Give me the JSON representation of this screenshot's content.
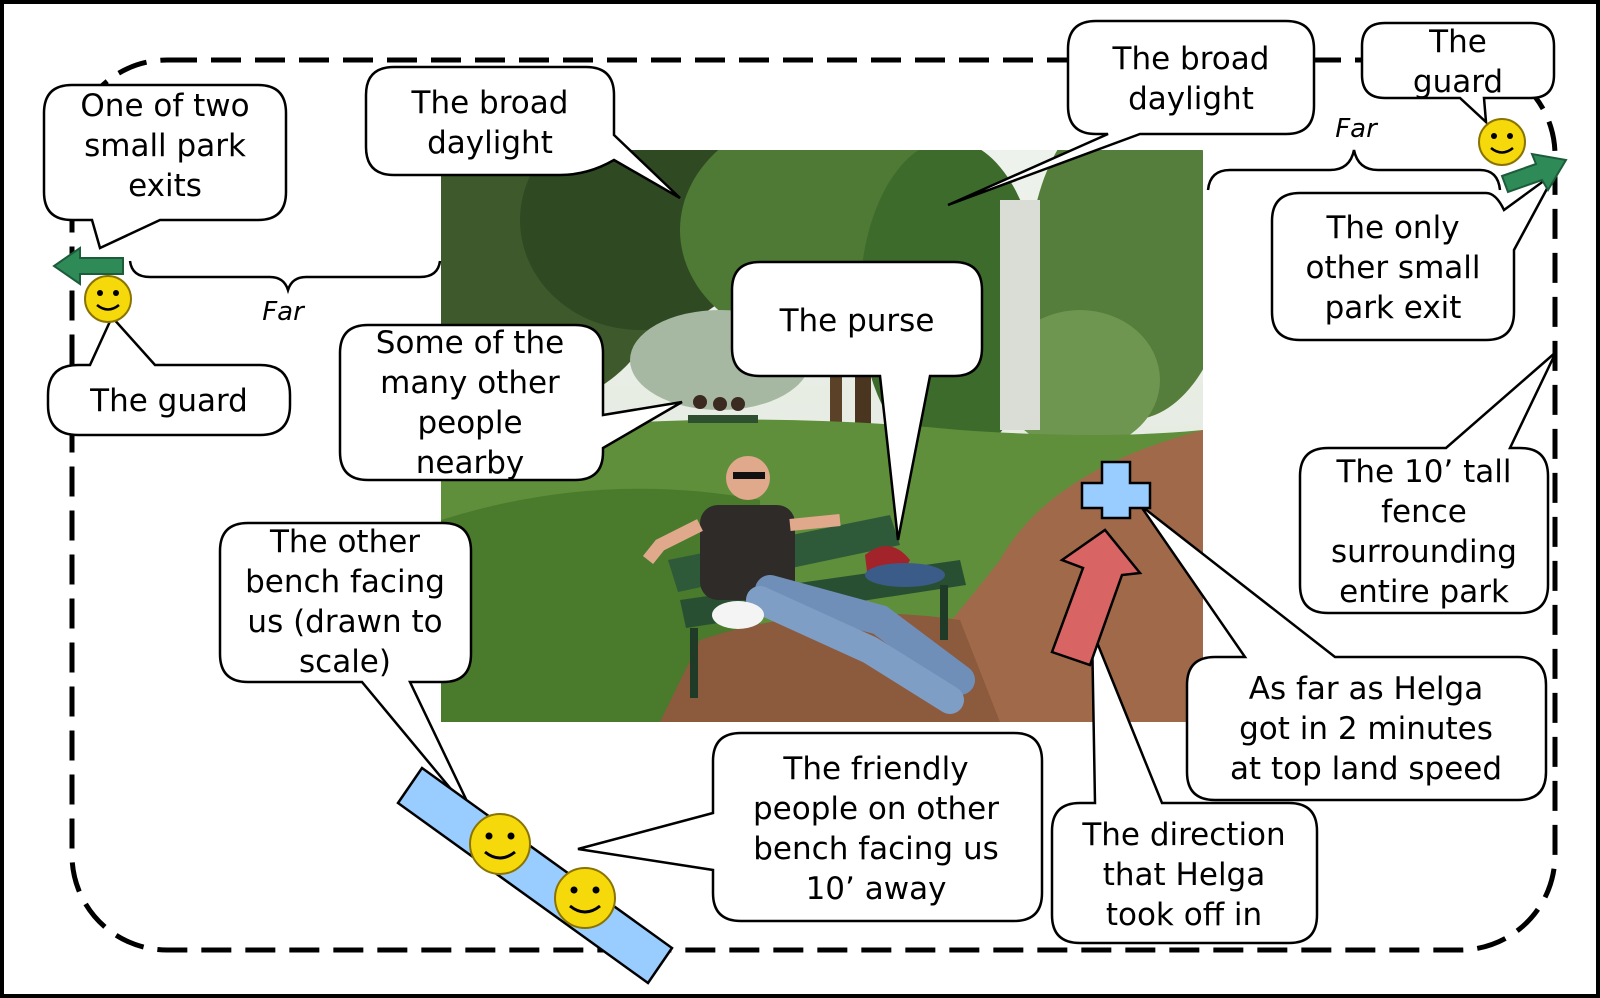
{
  "colors": {
    "exit_arrow": "#2e8b57",
    "helga_marker": "#99ccff",
    "direction_arrow": "#d96464",
    "bench": "#99ccff",
    "smiley": "#f5d90a"
  },
  "photo": {
    "subject": "photo-of-man-relaxing-on-park-bench-with-purse"
  },
  "labels": {
    "exit_left": [
      "One of two",
      "small park",
      "exits"
    ],
    "guard_left": [
      "The guard"
    ],
    "far_left": "Far",
    "daylight_1": [
      "The broad",
      "daylight"
    ],
    "daylight_2": [
      "The broad",
      "daylight"
    ],
    "guard_right": [
      "The",
      "guard"
    ],
    "far_right": "Far",
    "exit_right": [
      "The only",
      "other small",
      "park exit"
    ],
    "fence": [
      "The 10’ tall",
      "fence",
      "surrounding",
      "entire park"
    ],
    "purse": [
      "The purse"
    ],
    "people": [
      "Some of the",
      "many other",
      "people",
      "nearby"
    ],
    "other_bench": [
      "The other",
      "bench facing",
      "us (drawn to",
      "scale)"
    ],
    "friendly_people": [
      "The friendly",
      "people on other",
      "bench facing us",
      "10’ away"
    ],
    "helga_far": [
      "As far as Helga",
      "got in 2 minutes",
      "at top land speed"
    ],
    "direction": [
      "The direction",
      "that Helga",
      "took off in"
    ]
  }
}
